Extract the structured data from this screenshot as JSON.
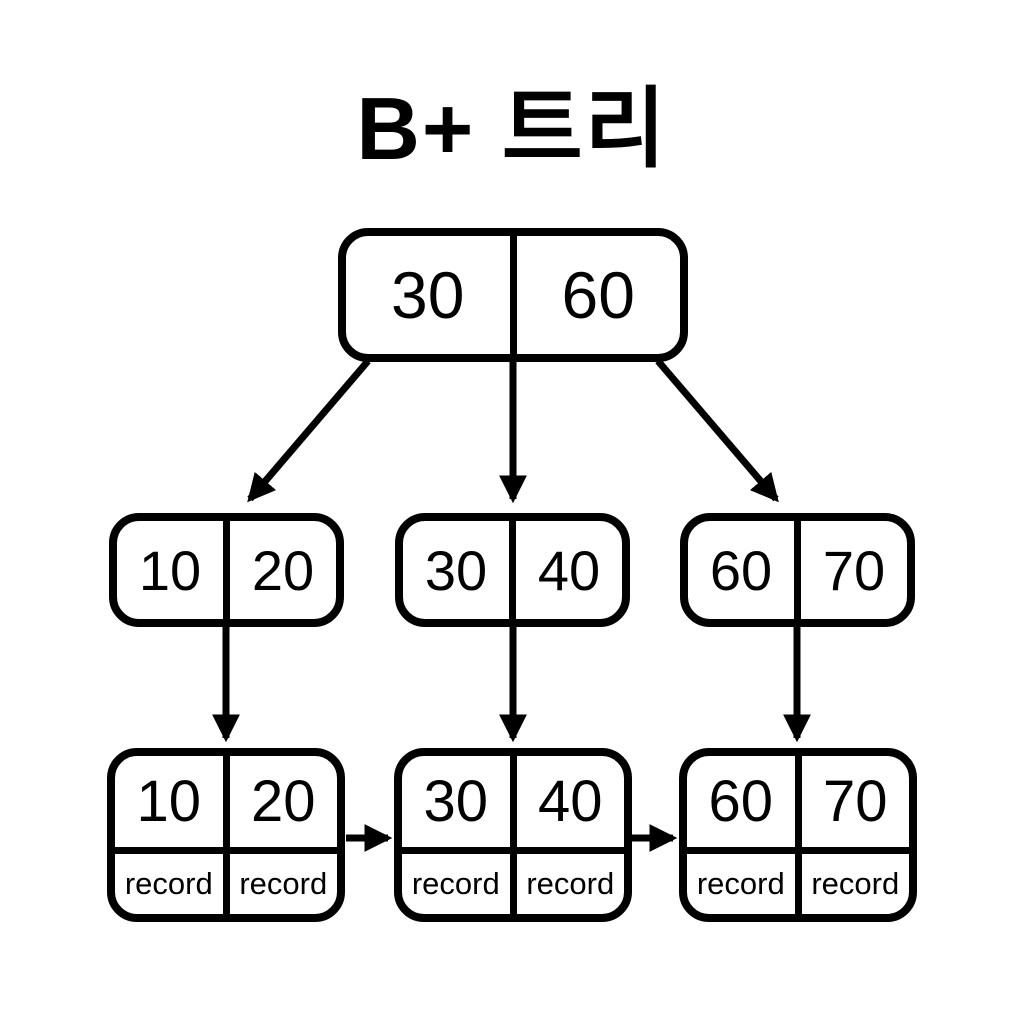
{
  "title": "B+ 트리",
  "colors": {
    "ink": "#000000",
    "background": "#ffffff"
  },
  "tree": {
    "root": {
      "keys": [
        "30",
        "60"
      ]
    },
    "internal_nodes": [
      {
        "keys": [
          "10",
          "20"
        ]
      },
      {
        "keys": [
          "30",
          "40"
        ]
      },
      {
        "keys": [
          "60",
          "70"
        ]
      }
    ],
    "leaf_nodes": [
      {
        "keys": [
          "10",
          "20"
        ],
        "records": [
          "record",
          "record"
        ]
      },
      {
        "keys": [
          "30",
          "40"
        ],
        "records": [
          "record",
          "record"
        ]
      },
      {
        "keys": [
          "60",
          "70"
        ],
        "records": [
          "record",
          "record"
        ]
      }
    ]
  }
}
